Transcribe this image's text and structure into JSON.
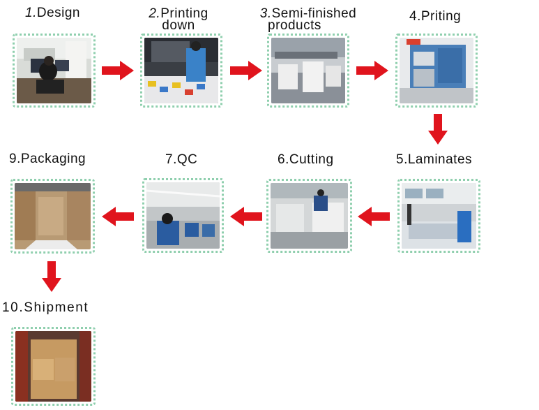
{
  "steps": [
    {
      "num": "1.",
      "label": "Design",
      "line2": ""
    },
    {
      "num": "2.",
      "label": "Printing",
      "line2": "down"
    },
    {
      "num": "3.",
      "label": "Semi-finished",
      "line2": "products"
    },
    {
      "num": "4.",
      "label": "Priting",
      "line2": ""
    },
    {
      "num": "5.",
      "label": "Laminates",
      "line2": ""
    },
    {
      "num": "6.",
      "label": "Cutting",
      "line2": ""
    },
    {
      "num": "7.",
      "label": "QC",
      "line2": ""
    },
    {
      "num": "9.",
      "label": "Packaging",
      "line2": ""
    },
    {
      "num": "10.",
      "label": "Shipment",
      "line2": ""
    }
  ],
  "colors": {
    "arrow": "#e0141d",
    "frame": "#8fcfae"
  }
}
